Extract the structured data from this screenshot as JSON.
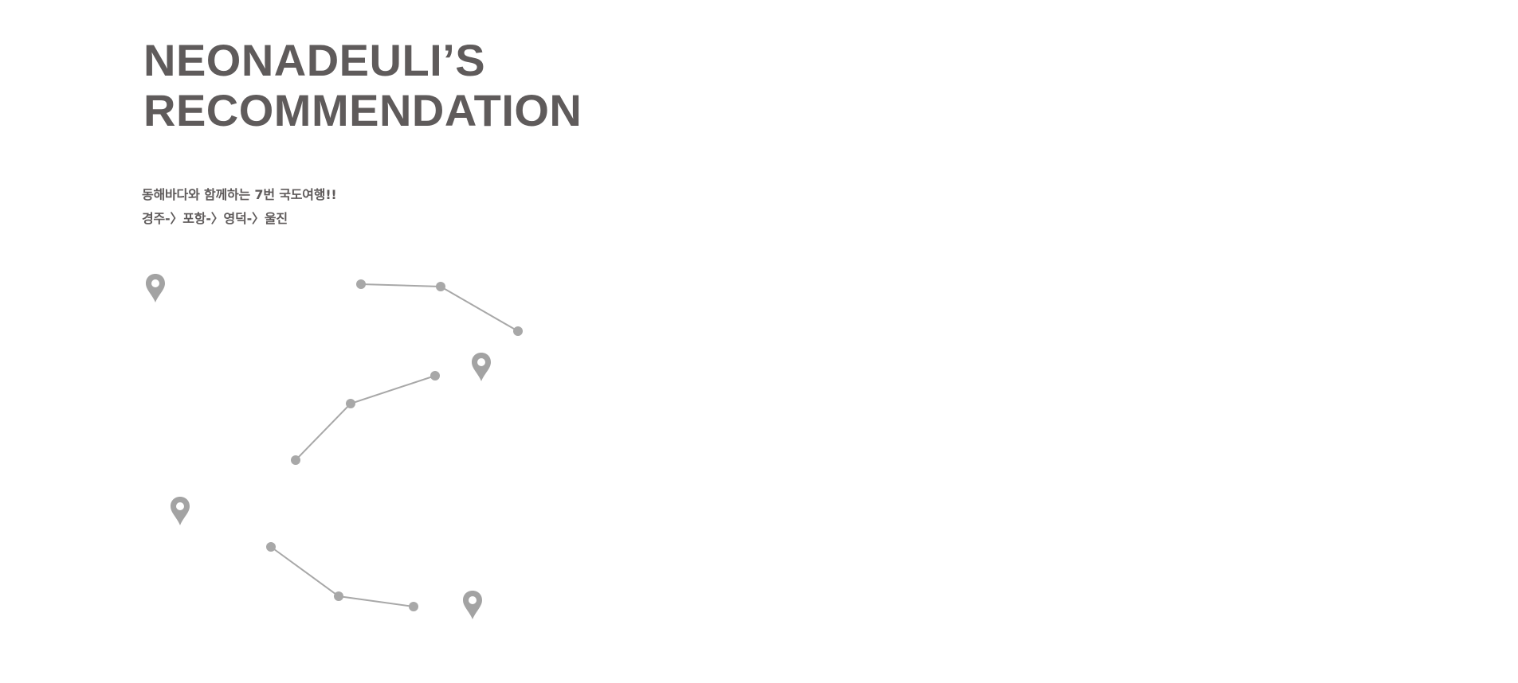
{
  "heading": {
    "line1": "NEONADEULI’S",
    "line2": "RECOMMENDATION"
  },
  "description": {
    "line1": "동해바다와 함께하는 7번 국도여행!!",
    "line2": "경주-〉포항-〉영덕-〉울진"
  },
  "map": {
    "pins": [
      "location-pin-icon",
      "location-pin-icon",
      "location-pin-icon",
      "location-pin-icon"
    ],
    "colors": {
      "pin": "#a3a3a3",
      "path": "#a8a8a8",
      "text": "#5f5b5b"
    }
  }
}
